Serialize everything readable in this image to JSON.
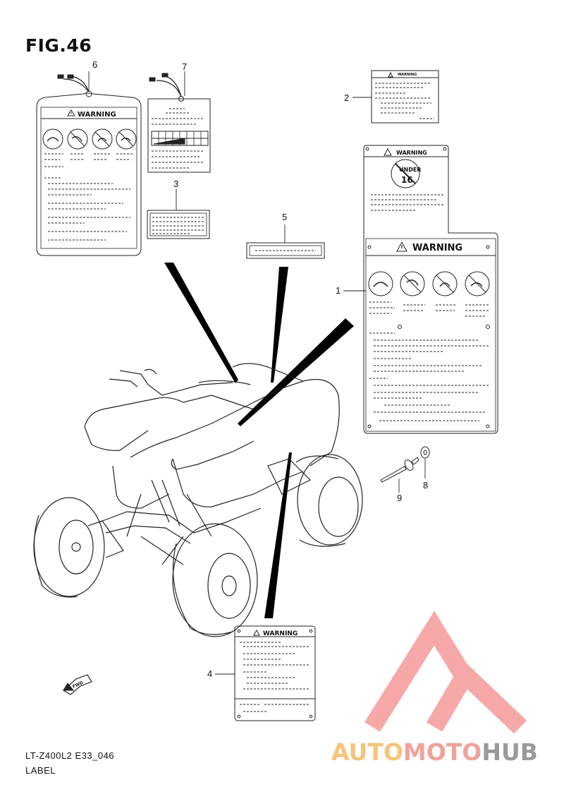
{
  "figure": {
    "title": "FIG.46"
  },
  "callouts": [
    "1",
    "2",
    "3",
    "4",
    "5",
    "6",
    "7",
    "8",
    "9"
  ],
  "labels": {
    "warning_text": "WARNING",
    "under16_text_a": "UNDER",
    "under16_text_b": "16",
    "fwd_text": "FWD"
  },
  "footer": {
    "code": "LT-Z400L2 E33_046",
    "name": "LABEL"
  },
  "watermark": {
    "part1": "AUTO",
    "part2": "MOTO",
    "part3": "HUB",
    "colors": {
      "auto": "#f7c27a",
      "moto": "#f2a19a",
      "hub": "#9a9a9a",
      "triangle": "#f59a9a"
    }
  }
}
